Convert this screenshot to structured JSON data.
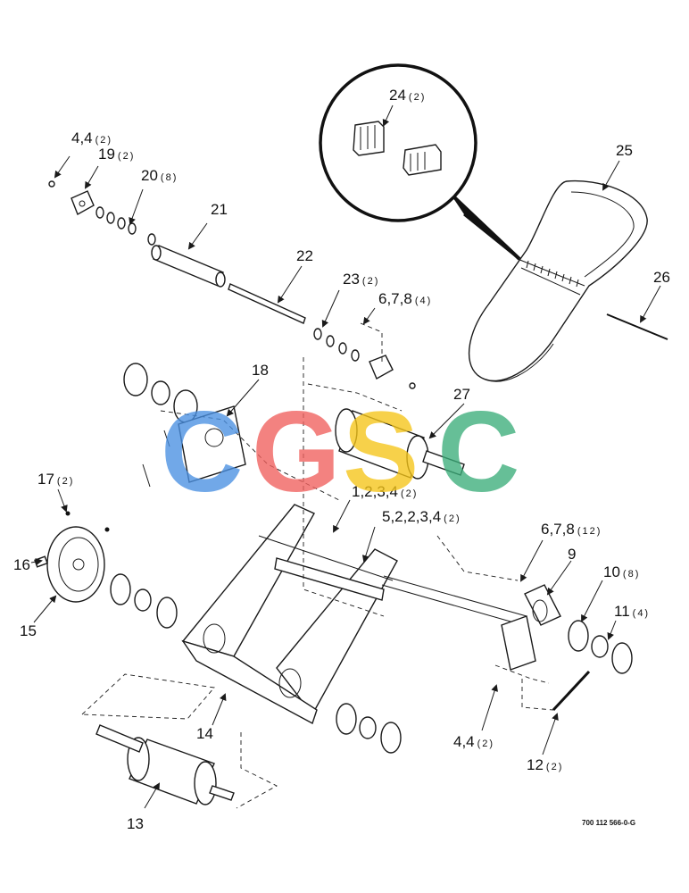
{
  "callouts": [
    {
      "id": "c-4-4-top",
      "num": "4,4",
      "qty": "(2)"
    },
    {
      "id": "c-19",
      "num": "19",
      "qty": "(2)"
    },
    {
      "id": "c-20",
      "num": "20",
      "qty": "(8)"
    },
    {
      "id": "c-21",
      "num": "21",
      "qty": ""
    },
    {
      "id": "c-22",
      "num": "22",
      "qty": ""
    },
    {
      "id": "c-23",
      "num": "23",
      "qty": "(2)"
    },
    {
      "id": "c-6-7-8-top",
      "num": "6,7,8",
      "qty": "(4)"
    },
    {
      "id": "c-24",
      "num": "24",
      "qty": "(2)"
    },
    {
      "id": "c-25",
      "num": "25",
      "qty": ""
    },
    {
      "id": "c-26",
      "num": "26",
      "qty": ""
    },
    {
      "id": "c-18",
      "num": "18",
      "qty": ""
    },
    {
      "id": "c-27",
      "num": "27",
      "qty": ""
    },
    {
      "id": "c-17",
      "num": "17",
      "qty": "(2)"
    },
    {
      "id": "c-16",
      "num": "16",
      "qty": ""
    },
    {
      "id": "c-15",
      "num": "15",
      "qty": ""
    },
    {
      "id": "c-1-2-3-4",
      "num": "1,2,3,4",
      "qty": "(2)"
    },
    {
      "id": "c-5-2-2-3-4",
      "num": "5,2,2,3,4",
      "qty": "(2)"
    },
    {
      "id": "c-6-7-8-right",
      "num": "6,7,8",
      "qty": "(12)"
    },
    {
      "id": "c-9",
      "num": "9",
      "qty": ""
    },
    {
      "id": "c-10",
      "num": "10",
      "qty": "(8)"
    },
    {
      "id": "c-11",
      "num": "11",
      "qty": "(4)"
    },
    {
      "id": "c-14",
      "num": "14",
      "qty": ""
    },
    {
      "id": "c-4-4-bottom",
      "num": "4,4",
      "qty": "(2)"
    },
    {
      "id": "c-12",
      "num": "12",
      "qty": "(2)"
    },
    {
      "id": "c-13",
      "num": "13",
      "qty": ""
    }
  ],
  "drawing_code": "700 112 566-0-G",
  "watermark": {
    "letters": [
      "C",
      "G",
      "S",
      "C"
    ],
    "colors": [
      "#4a90e2",
      "#f0605d",
      "#f5c518",
      "#3cae7a"
    ]
  }
}
